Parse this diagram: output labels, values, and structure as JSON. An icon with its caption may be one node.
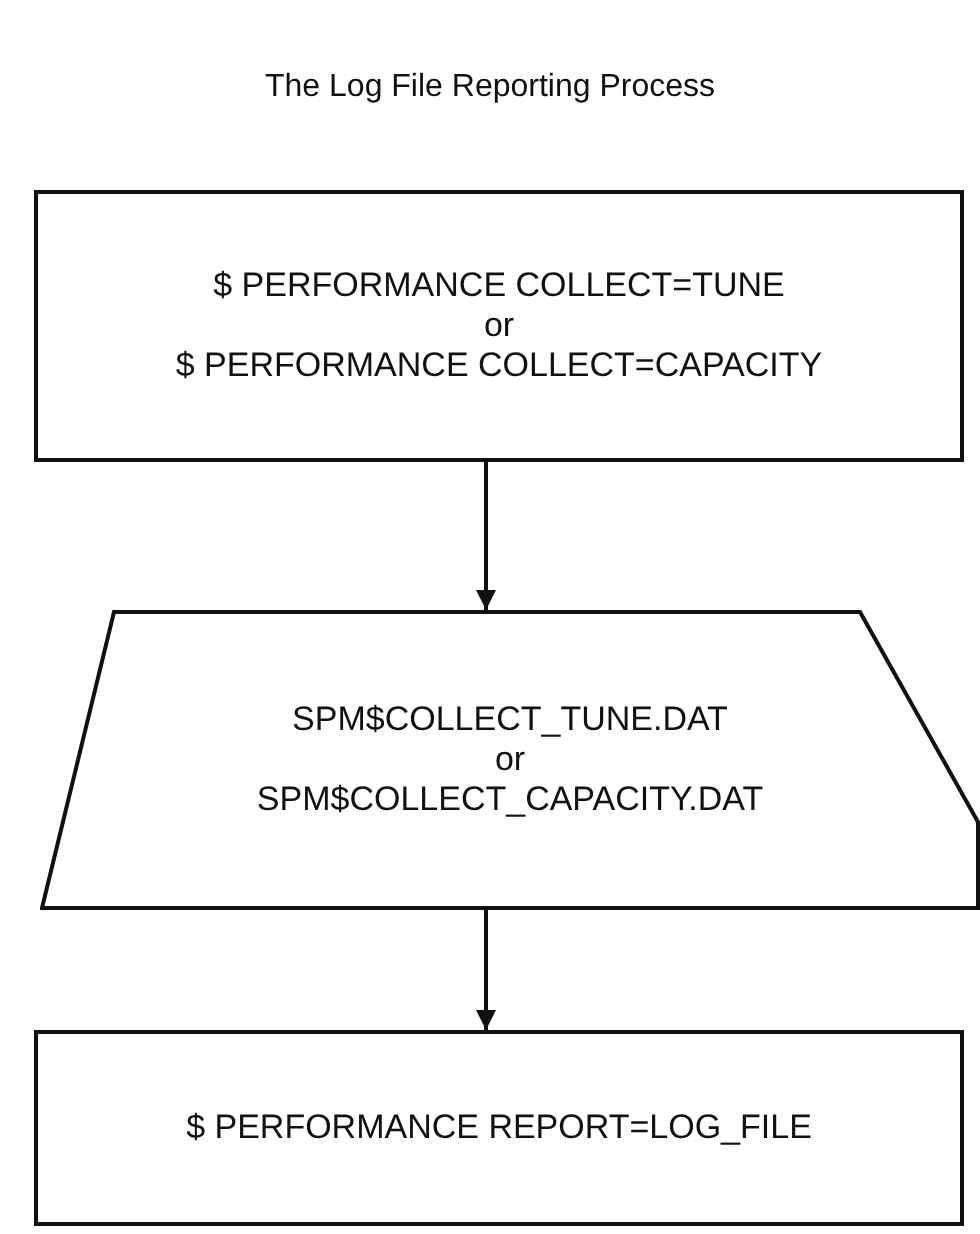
{
  "diagram": {
    "title": "The Log File Reporting Process",
    "nodes": [
      {
        "text": [
          "$ PERFORMANCE COLLECT=TUNE",
          "or",
          "$ PERFORMANCE COLLECT=CAPACITY"
        ]
      },
      {
        "text": [
          "SPM$COLLECT_TUNE.DAT",
          "or",
          "SPM$COLLECT_CAPACITY.DAT"
        ]
      },
      {
        "text": [
          "$ PERFORMANCE REPORT=LOG_FILE"
        ]
      }
    ],
    "edges": [
      {
        "from": 0,
        "to": 1,
        "arrow": "to"
      },
      {
        "from": 1,
        "to": 2,
        "arrow": "to"
      }
    ]
  }
}
